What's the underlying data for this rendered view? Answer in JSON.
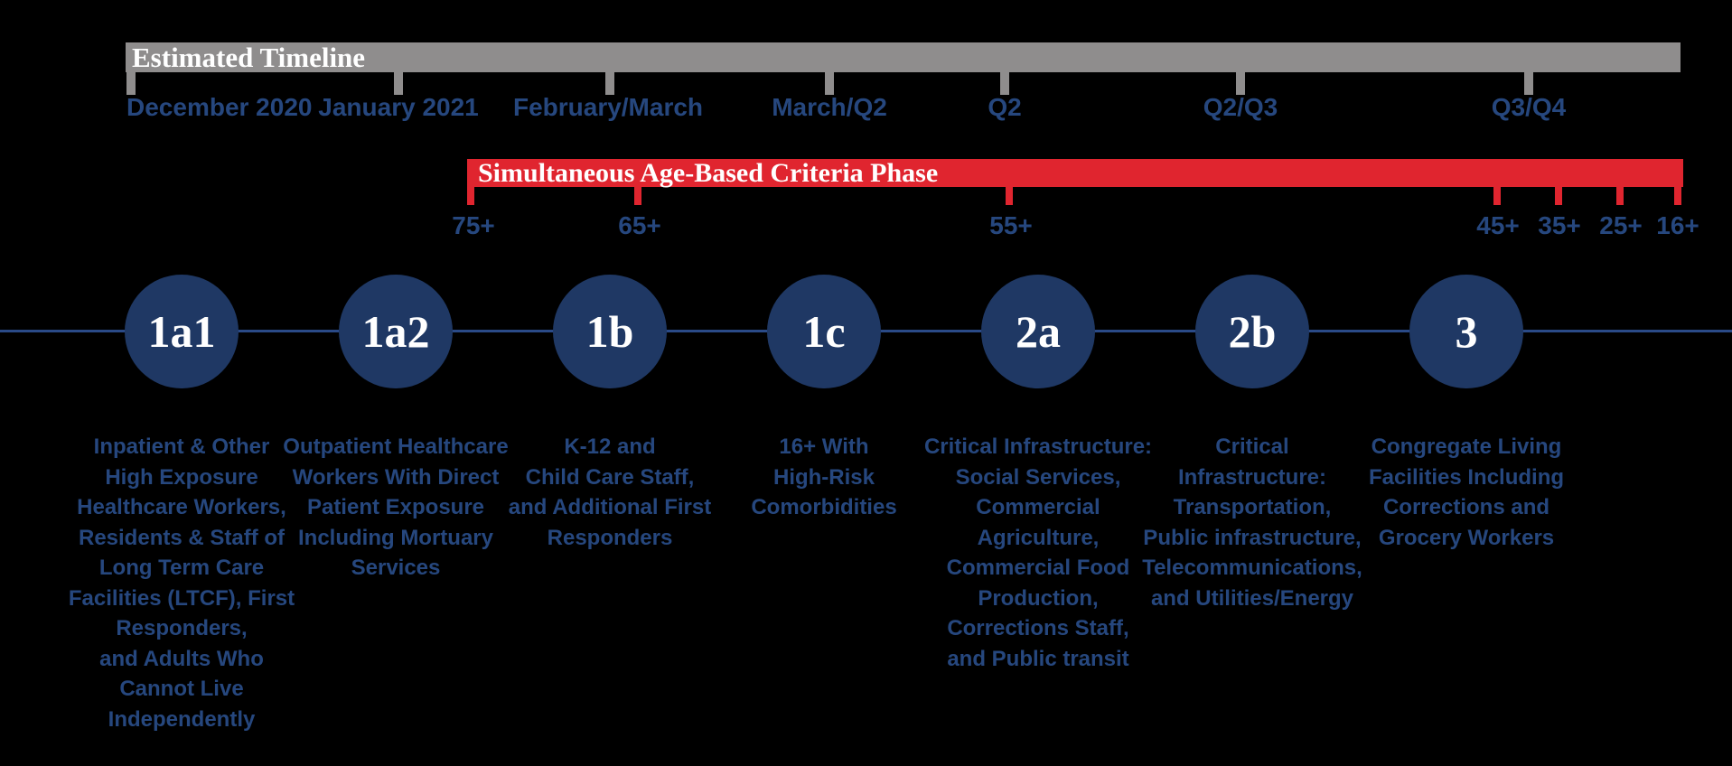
{
  "palette": {
    "background": "#000000",
    "gray": "#8F8D8D",
    "red": "#E0252F",
    "navy": "#1F3864",
    "line_blue": "#2A4A87",
    "text_blue": "#26477E",
    "white": "#FFFFFF"
  },
  "timeline": {
    "title": "Estimated Timeline",
    "milestones": [
      {
        "label": "December 2020"
      },
      {
        "label": "January 2021"
      },
      {
        "label": "February/March"
      },
      {
        "label": "March/Q2"
      },
      {
        "label": "Q2"
      },
      {
        "label": "Q2/Q3"
      },
      {
        "label": "Q3/Q4"
      }
    ]
  },
  "age_phase": {
    "title": "Simultaneous Age-Based Criteria Phase",
    "ages": [
      {
        "label": "75+"
      },
      {
        "label": "65+"
      },
      {
        "label": "55+"
      },
      {
        "label": "45+"
      },
      {
        "label": "35+"
      },
      {
        "label": "25+"
      },
      {
        "label": "16+"
      }
    ]
  },
  "phases": [
    {
      "id": "1a1",
      "description": "Inpatient & Other\nHigh Exposure\nHealthcare Workers,\nResidents & Staff of\nLong Term Care\nFacilities (LTCF), First\nResponders,\nand Adults Who\nCannot Live\nIndependently"
    },
    {
      "id": "1a2",
      "description": "Outpatient Healthcare\nWorkers With Direct\nPatient Exposure\nIncluding Mortuary\nServices"
    },
    {
      "id": "1b",
      "description": "K-12 and\nChild Care Staff,\nand Additional First\nResponders"
    },
    {
      "id": "1c",
      "description": "16+ With\nHigh-Risk\nComorbidities"
    },
    {
      "id": "2a",
      "description": "Critical Infrastructure:\nSocial Services,\nCommercial\nAgriculture,\nCommercial Food\nProduction,\nCorrections Staff,\nand Public transit"
    },
    {
      "id": "2b",
      "description": "Critical\nInfrastructure:\nTransportation,\nPublic infrastructure,\nTelecommunications,\nand Utilities/Energy"
    },
    {
      "id": "3",
      "description": "Congregate Living\nFacilities Including\nCorrections and\nGrocery Workers"
    }
  ]
}
